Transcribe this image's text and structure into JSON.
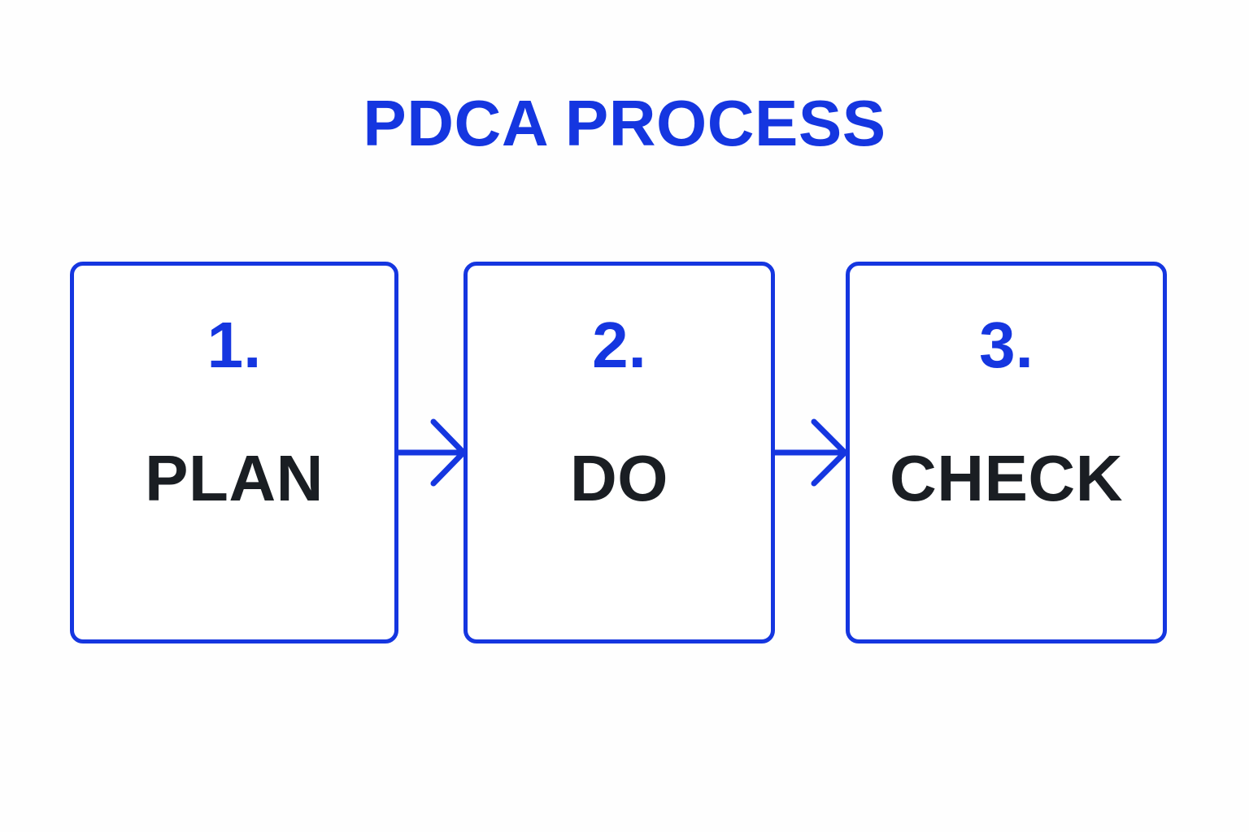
{
  "page": {
    "background_color": "#fefefe",
    "accent_color": "#1536e0",
    "text_color": "#1a1e23",
    "title": "PDCA PROCESS"
  },
  "diagram": {
    "type": "process-flow",
    "orientation": "horizontal",
    "stages": [
      {
        "number": "1.",
        "label": "PLAN"
      },
      {
        "number": "2.",
        "label": "DO"
      },
      {
        "number": "3.",
        "label": "CHECK"
      }
    ],
    "connectors": [
      {
        "name": "arrow-plan-to-do",
        "from": "PLAN",
        "to": "DO",
        "glyph": "arrow-right-icon"
      },
      {
        "name": "arrow-do-to-check",
        "from": "DO",
        "to": "CHECK",
        "glyph": "arrow-right-icon"
      }
    ]
  }
}
